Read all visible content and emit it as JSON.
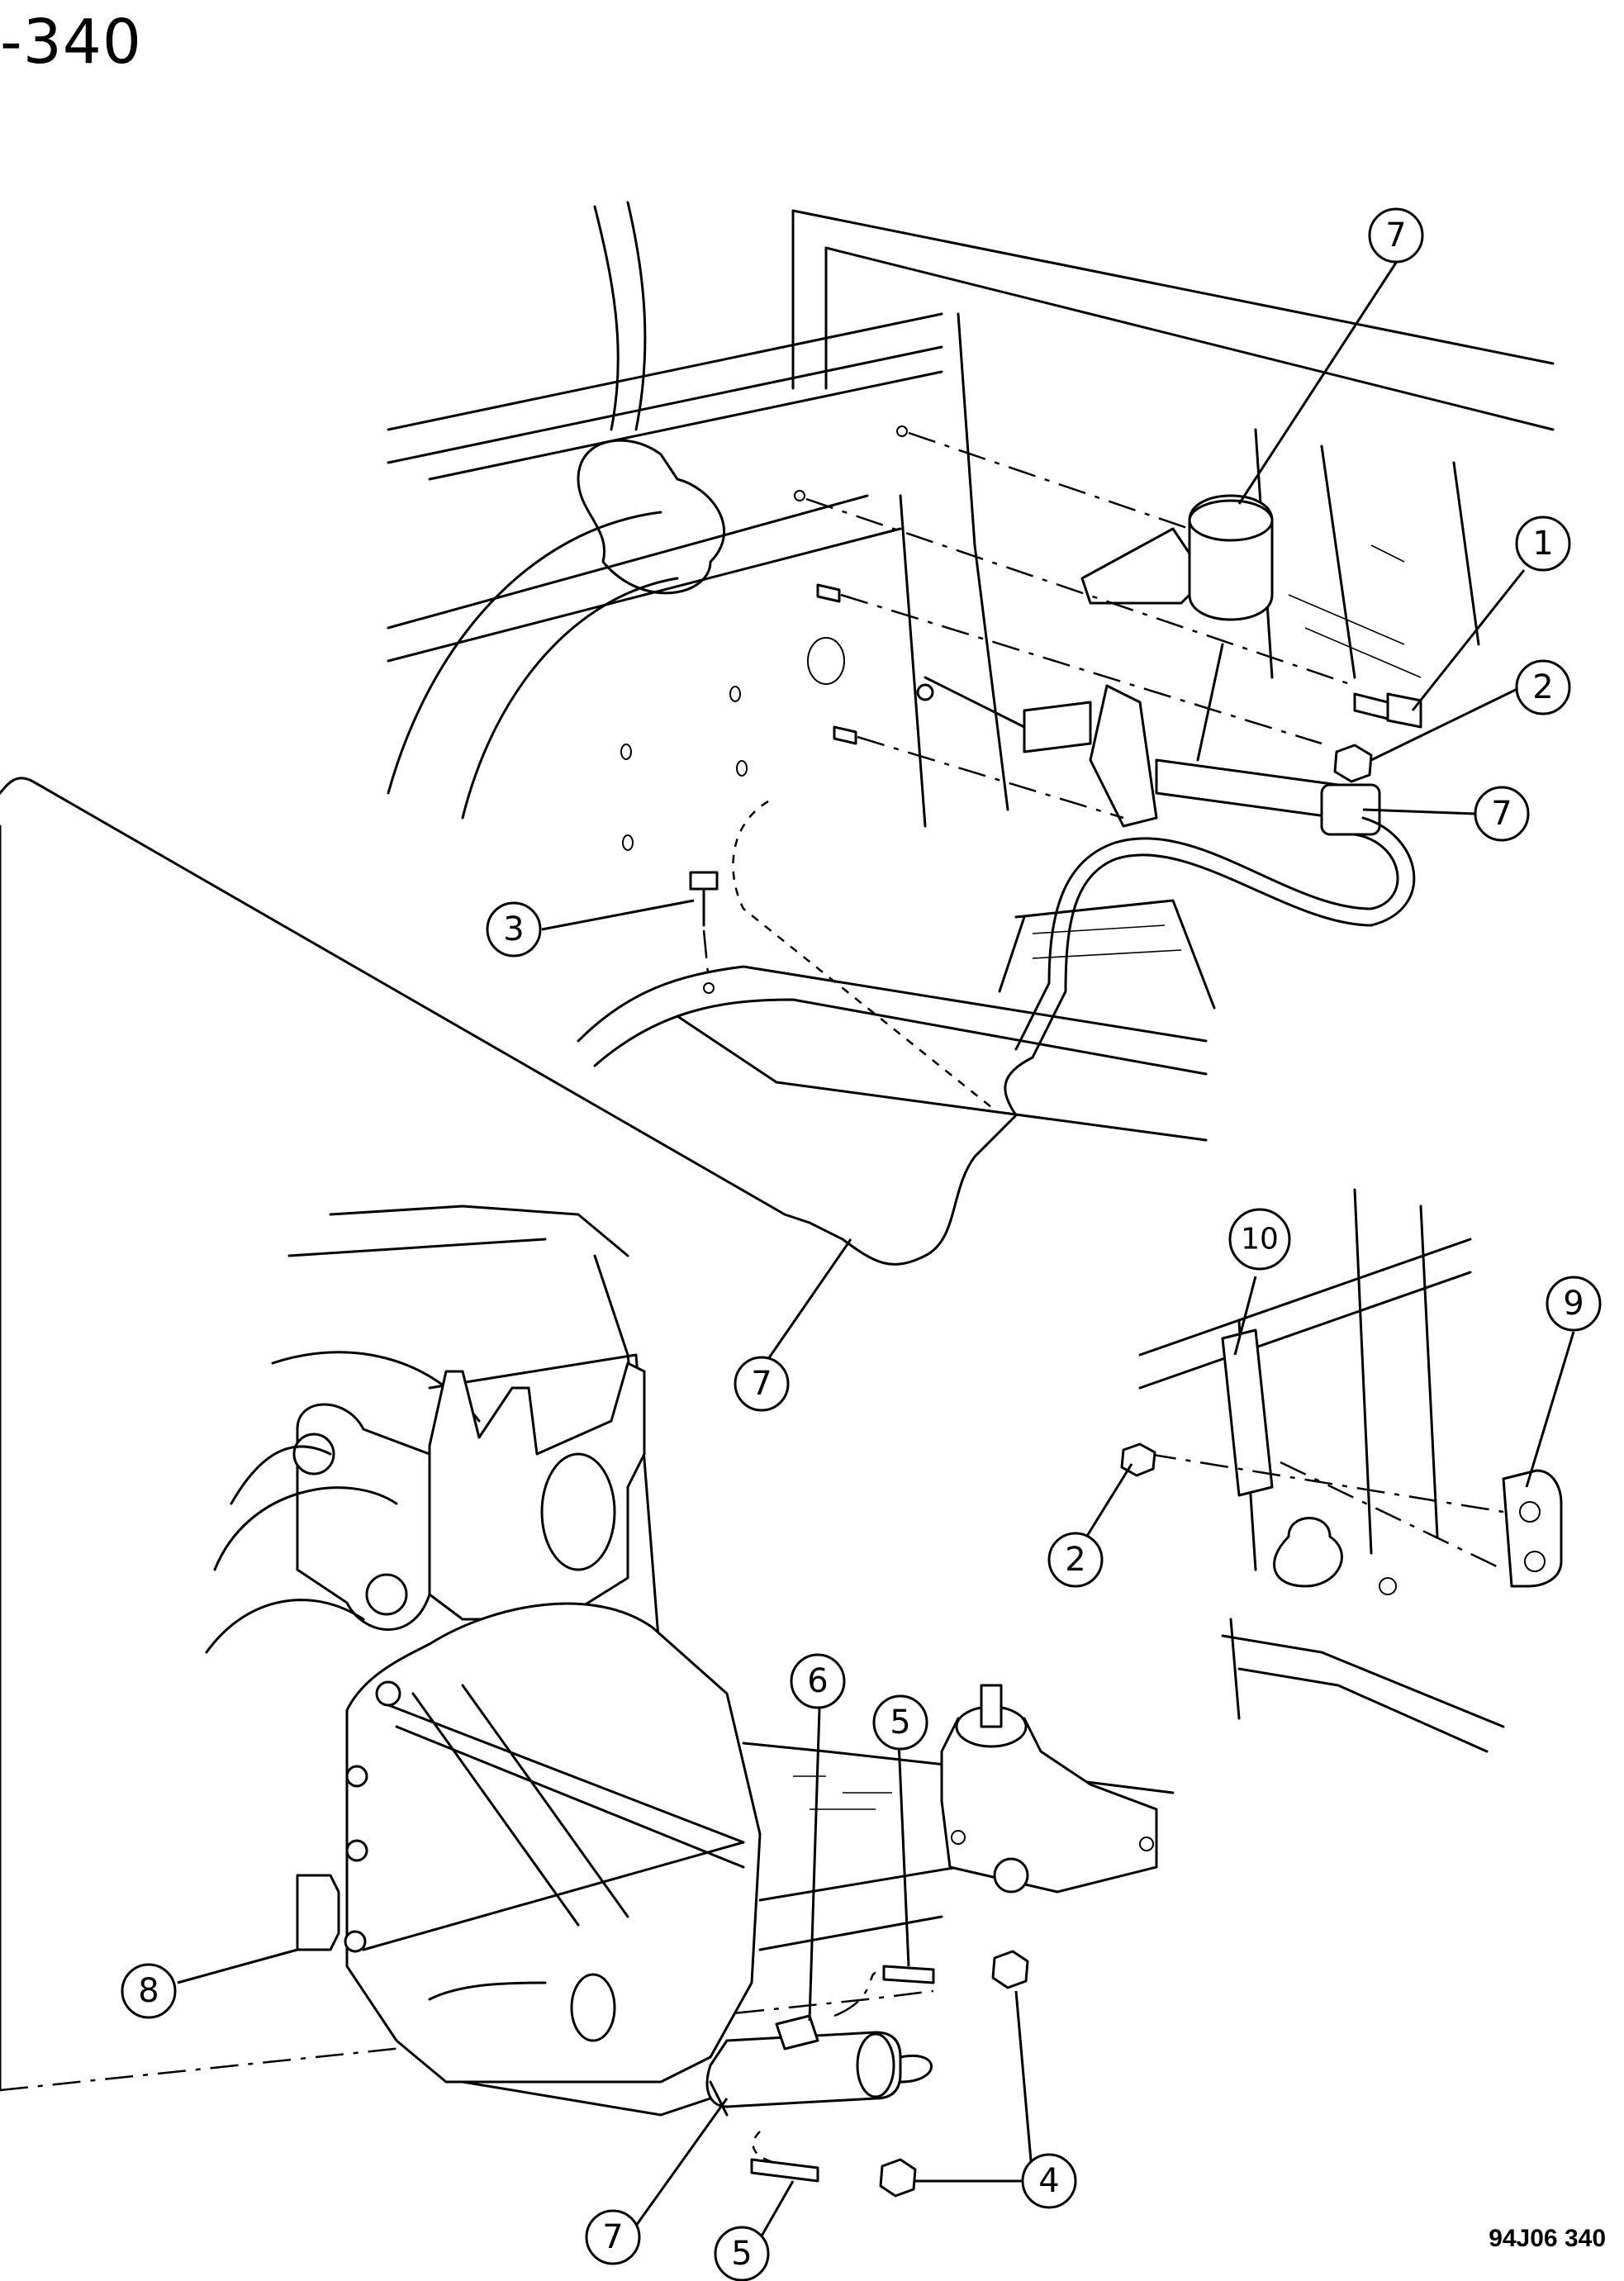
{
  "header": {
    "page_code": "-340"
  },
  "footer": {
    "figure_code": "94J06 340"
  },
  "callouts": [
    {
      "id": "c7a",
      "label": "7"
    },
    {
      "id": "c1",
      "label": "1"
    },
    {
      "id": "c2a",
      "label": "2"
    },
    {
      "id": "c7b",
      "label": "7"
    },
    {
      "id": "c3",
      "label": "3"
    },
    {
      "id": "c7c",
      "label": "7"
    },
    {
      "id": "c10",
      "label": "10"
    },
    {
      "id": "c9",
      "label": "9"
    },
    {
      "id": "c2b",
      "label": "2"
    },
    {
      "id": "c6",
      "label": "6"
    },
    {
      "id": "c5a",
      "label": "5"
    },
    {
      "id": "c8",
      "label": "8"
    },
    {
      "id": "c4",
      "label": "4"
    },
    {
      "id": "c7d",
      "label": "7"
    },
    {
      "id": "c5b",
      "label": "5"
    }
  ]
}
